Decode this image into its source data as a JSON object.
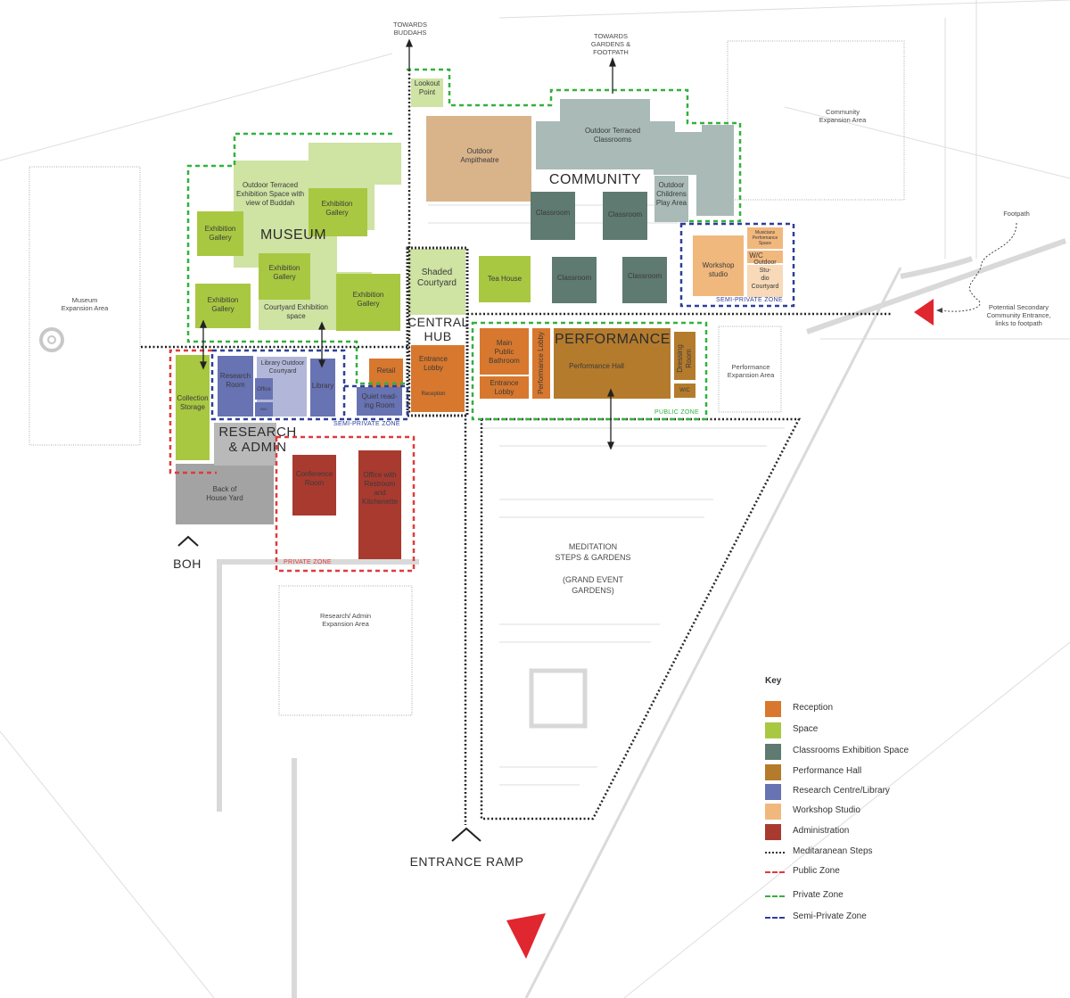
{
  "colors": {
    "reception": "#d7782e",
    "space": "#a9c842",
    "space_light": "#cfe3a3",
    "classrooms": "#5f7a70",
    "classrooms_light": "#a9bab7",
    "performance_hall": "#b47b2d",
    "research": "#6873b3",
    "research_light": "#b2b7d9",
    "workshop": "#f1b87e",
    "administration": "#a93a2f",
    "amphitheatre": "#d9b48b",
    "back_of_house": "#a3a3a3",
    "public_zone": "#e03a3a",
    "private_zone": "#34b03f",
    "semi_private_zone": "#2d3f99",
    "arrow_red": "#e0262e"
  },
  "directions": {
    "towards_buddahs": "TOWARDS\nBUDDAHS",
    "towards_gardens": "TOWARDS\nGARDENS &\nFOOTPATH",
    "footpath": "Footpath",
    "secondary_entrance": "Potential Secondary\nCommunity Entrance,\nlinks to footpath"
  },
  "areas": {
    "museum_expansion": "Museum\nExpansion Area",
    "community_expansion": "Community\nExpansion Area",
    "performance_expansion": "Performance\nExpansion Area",
    "research_expansion": "Research/ Admin\nExpansion Area",
    "meditation": "MEDITATION\nSTEPS & GARDENS",
    "grand_event": "(GRAND EVENT\nGARDENS)"
  },
  "zones": {
    "museum": "MUSEUM",
    "community": "COMMUNITY",
    "central_hub": "CENTRAL\nHUB",
    "performance": "PERFORMANCE",
    "research_admin": "RESEARCH\n& ADMIN",
    "boh": "BOH",
    "entrance_ramp": "ENTRANCE RAMP",
    "semi_private_zone": "SEMI-PRIVATE ZONE",
    "public_zone": "PUBLIC ZONE",
    "private_zone": "PRIVATE ZONE"
  },
  "rooms": {
    "lookout_point": "Lookout\nPoint",
    "outdoor_terraced_exhibition": "Outdoor Terraced\nExhibition Space with\nview of Buddah",
    "exhibition_gallery": "Exhibition\nGallery",
    "courtyard_exhibition": "Courtyard Exhibition\nspace",
    "outdoor_ampitheatre": "Outdoor\nAmpitheatre",
    "outdoor_terraced_classrooms": "Outdoor Terraced\nClassrooms",
    "outdoor_childrens_play": "Outdoor\nChildrens\nPlay Area",
    "classroom": "Classroom",
    "shaded_courtyard": "Shaded\nCourtyard",
    "tea_house": "Tea House",
    "workshop_studio": "Workshop\nstudio",
    "musicians_performance": "Musicians\nPerformance\nSpace",
    "wc": "W/C",
    "outdoor_studio_courtyard": "Outdoor Stu-\ndio Courtyard",
    "main_public_bathroom": "Main\nPublic\nBathroom",
    "entrance_lobby": "Entrance\nLobby",
    "performance_lobby": "Performance Lobby",
    "performance_hall": "Performance Hall",
    "dressing_room": "Dressing\nRoom",
    "retail": "Retail",
    "reception": "Reception",
    "collection_storage": "Collection\nStorage",
    "research_room": "Research\nRoom",
    "library_outdoor_courtyard": "Library Outdoor\nCourtyard",
    "office": "Office",
    "library": "Library",
    "quiet_reading_room": "Quiet read-\ning Room",
    "conference_room": "Conference\nRoom",
    "office_restroom": "Office with\nRestroom\nand\nKitchenette",
    "back_of_house_yard": "Back of\nHouse Yard"
  },
  "legend": {
    "title": "Key",
    "items": [
      {
        "label": "Reception",
        "kind": "swatch",
        "color": "#d7782e"
      },
      {
        "label": "Space",
        "kind": "swatch",
        "color": "#a9c842"
      },
      {
        "label": "Classrooms Exhibition Space",
        "kind": "swatch",
        "color": "#5f7a70"
      },
      {
        "label": "Performance Hall",
        "kind": "swatch",
        "color": "#b47b2d"
      },
      {
        "label": "Research Centre/Library",
        "kind": "swatch",
        "color": "#6873b3"
      },
      {
        "label": "Workshop Studio",
        "kind": "swatch",
        "color": "#f1b87e"
      },
      {
        "label": "Administration",
        "kind": "swatch",
        "color": "#a93a2f"
      },
      {
        "label": "Meditaranean Steps",
        "kind": "dotted",
        "color": "#333333"
      },
      {
        "label": "Public Zone",
        "kind": "dashed",
        "color": "#e03a3a"
      },
      {
        "label": "Private Zone",
        "kind": "dashed",
        "color": "#34b03f"
      },
      {
        "label": "Semi-Private Zone",
        "kind": "dashed",
        "color": "#2d3f99"
      }
    ]
  }
}
